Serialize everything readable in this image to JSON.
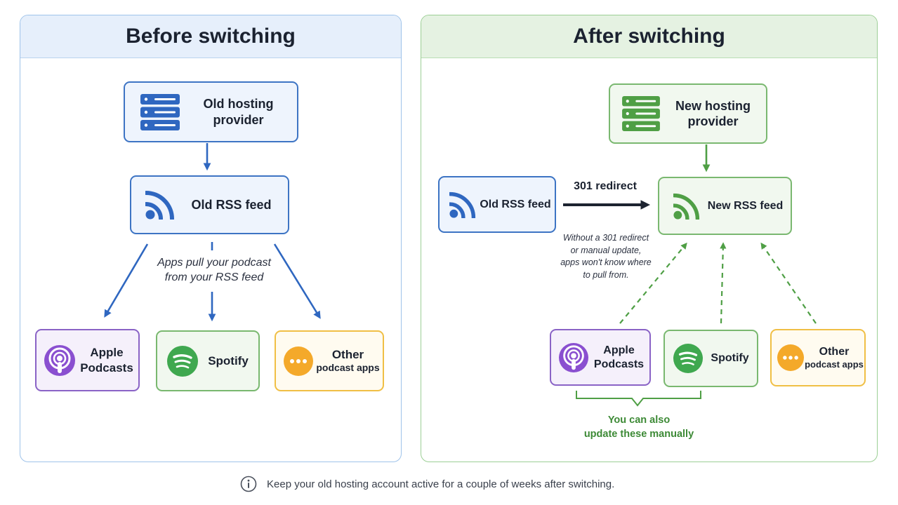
{
  "before": {
    "title": "Before switching",
    "host_line1": "Old hosting",
    "host_line2": "provider",
    "feed": "Old RSS feed",
    "note_line1": "Apps pull your podcast",
    "note_line2": "from your RSS feed",
    "apps": {
      "apple_line1": "Apple",
      "apple_line2": "Podcasts",
      "spotify": "Spotify",
      "other_line1": "Other",
      "other_line2": "podcast apps"
    }
  },
  "after": {
    "title": "After switching",
    "host_line1": "New hosting",
    "host_line2": "provider",
    "old_feed": "Old RSS feed",
    "new_feed": "New RSS feed",
    "redirect_label": "301 redirect",
    "note_line1": "Without a 301 redirect",
    "note_line2": "or manual update,",
    "note_line3": "apps won't know where",
    "note_line4": "to pull from.",
    "apps": {
      "apple_line1": "Apple",
      "apple_line2": "Podcasts",
      "spotify": "Spotify",
      "other_line1": "Other",
      "other_line2": "podcast apps"
    },
    "manual_line1": "You can also",
    "manual_line2": "update these manually"
  },
  "footer": {
    "text": "Keep your old hosting account active for a couple of weeks after switching."
  },
  "colors": {
    "blue": "#2f67c0",
    "green": "#4f9f45",
    "purple": "#8a4fd0",
    "spotify": "#3fa84f",
    "yellow": "#f4a92a",
    "dark_arrow": "#1d2330"
  },
  "icons": [
    "server-icon",
    "rss-icon",
    "podcast-icon",
    "spotify-icon",
    "more-icon",
    "info-icon"
  ]
}
